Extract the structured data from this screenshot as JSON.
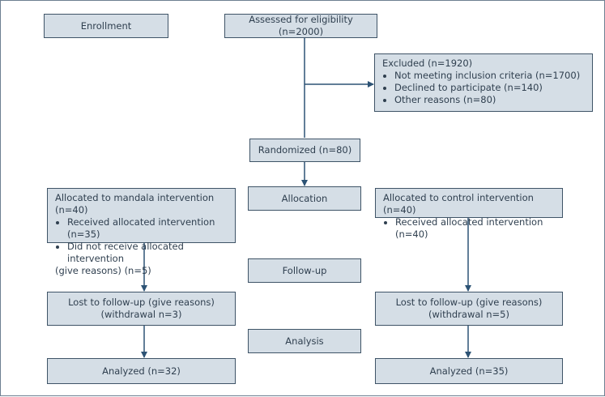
{
  "colors": {
    "box_fill": "#d5dee6",
    "box_border": "#3f5467",
    "line": "#2d5375",
    "frame_border": "#6d7f91"
  },
  "phases": {
    "enrollment": "Enrollment",
    "allocation": "Allocation",
    "followup": "Follow-up",
    "analysis": "Analysis"
  },
  "assessed": "Assessed for eligibility (n=2000)",
  "excluded": {
    "title": "Excluded (n=1920)",
    "items": [
      "Not meeting inclusion criteria (n=1700)",
      "Declined to participate (n=140)",
      "Other reasons (n=80)"
    ]
  },
  "randomized": "Randomized (n=80)",
  "left_arm": {
    "allocated_title": "Allocated to mandala intervention (n=40)",
    "allocated_items": [
      "Received allocated intervention (n=35)",
      "Did not receive allocated intervention"
    ],
    "allocated_extra": "(give reasons) (n=5)",
    "lost_line1": "Lost to follow-up (give reasons)",
    "lost_line2": "(withdrawal n=3)",
    "analyzed": "Analyzed (n=32)"
  },
  "right_arm": {
    "allocated_title": "Allocated to control intervention (n=40)",
    "allocated_items": [
      "Received allocated intervention (n=40)"
    ],
    "lost_line1": "Lost to follow-up (give reasons)",
    "lost_line2": "(withdrawal n=5)",
    "analyzed": "Analyzed (n=35)"
  }
}
